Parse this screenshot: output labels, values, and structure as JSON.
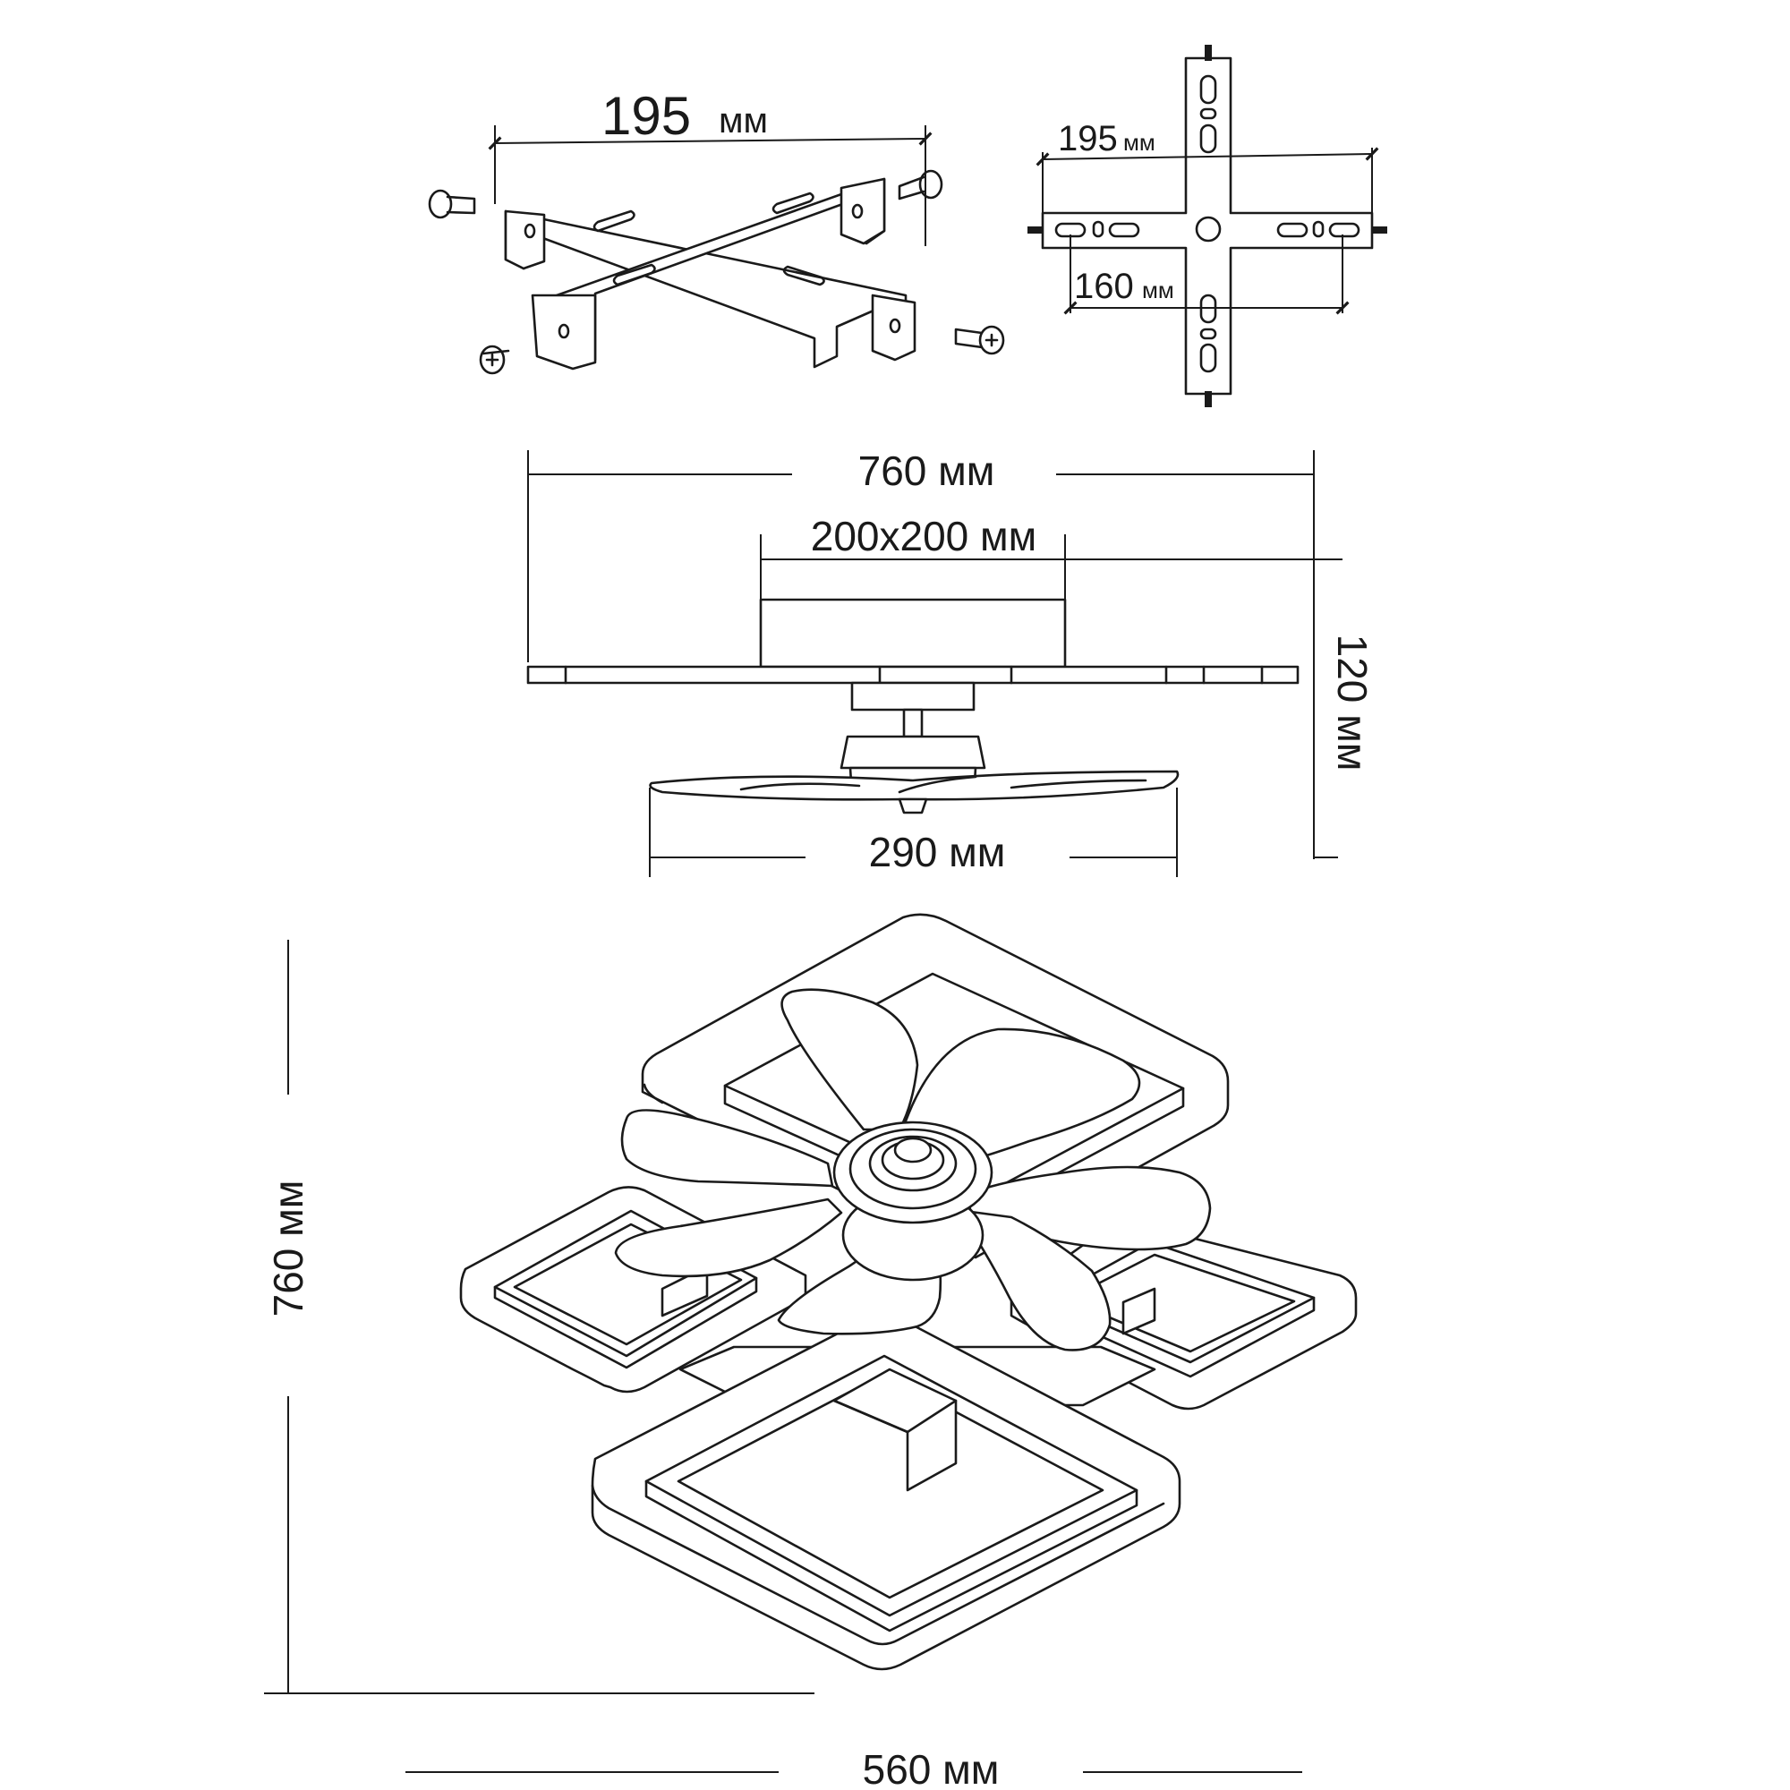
{
  "labels": {
    "bracket_width_value": "195",
    "bracket_width_unit": "мм",
    "plate_width_value": "195",
    "plate_width_unit": "мм",
    "plate_hole_spacing_value": "160",
    "plate_hole_spacing_unit": "мм",
    "overall_width": "760 мм",
    "base_size": "200x200 мм",
    "overall_height": "120 мм",
    "fan_diameter": "290 мм",
    "plan_depth": "760 мм",
    "plan_width": "560 мм"
  }
}
